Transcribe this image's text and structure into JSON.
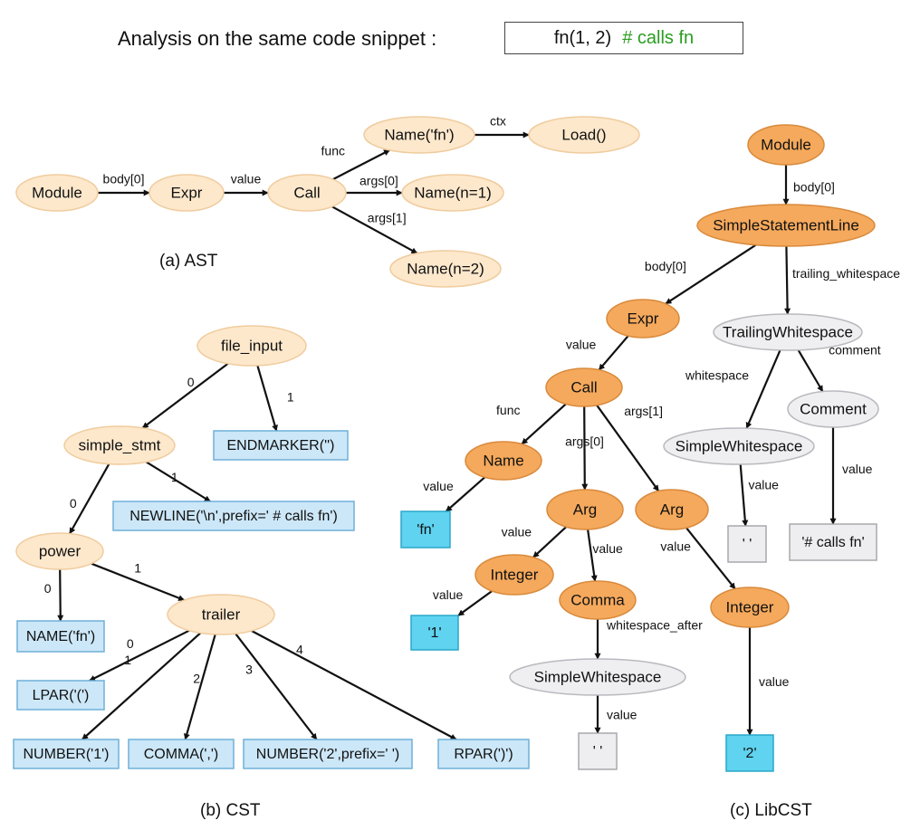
{
  "header": {
    "title": "Analysis on the same code snippet :",
    "snippet_code": "fn(1, 2)",
    "snippet_comment": "# calls fn"
  },
  "captions": {
    "ast": "(a) AST",
    "cst": "(b) CST",
    "libcst": "(c) LibCST"
  },
  "colors": {
    "ast_fill": "#fde8cc",
    "ast_stroke": "#f0cc9e",
    "orange_fill": "#f5a95c",
    "orange_stroke": "#d98a3c",
    "grey_fill": "#efeff1",
    "grey_stroke": "#b9b9bf",
    "blue_fill": "#cce7f8",
    "blue_stroke": "#6fb0d9",
    "cyan_fill": "#5fd3f0",
    "cyan_stroke": "#2aa7c9",
    "greybox_fill": "#eeeef0",
    "greybox_stroke": "#a8a8ad",
    "comment_green": "#2a9d20"
  },
  "ast": {
    "nodes": [
      {
        "id": "a_module",
        "label": "Module"
      },
      {
        "id": "a_expr",
        "label": "Expr"
      },
      {
        "id": "a_call",
        "label": "Call"
      },
      {
        "id": "a_namefn",
        "label": "Name('fn')"
      },
      {
        "id": "a_load",
        "label": "Load()"
      },
      {
        "id": "a_n1",
        "label": "Name(n=1)"
      },
      {
        "id": "a_n2",
        "label": "Name(n=2)"
      }
    ],
    "edges": [
      {
        "from": "a_module",
        "to": "a_expr",
        "label": "body[0]"
      },
      {
        "from": "a_expr",
        "to": "a_call",
        "label": "value"
      },
      {
        "from": "a_call",
        "to": "a_namefn",
        "label": "func"
      },
      {
        "from": "a_namefn",
        "to": "a_load",
        "label": "ctx"
      },
      {
        "from": "a_call",
        "to": "a_n1",
        "label": "args[0]"
      },
      {
        "from": "a_call",
        "to": "a_n2",
        "label": "args[1]"
      }
    ]
  },
  "cst": {
    "nodes": [
      {
        "id": "c_file",
        "label": "file_input"
      },
      {
        "id": "c_simple",
        "label": "simple_stmt"
      },
      {
        "id": "c_end",
        "label": "ENDMARKER('')"
      },
      {
        "id": "c_newline",
        "label": "NEWLINE('\\n',prefix=' # calls fn')"
      },
      {
        "id": "c_power",
        "label": "power"
      },
      {
        "id": "c_name",
        "label": "NAME('fn')"
      },
      {
        "id": "c_trailer",
        "label": "trailer"
      },
      {
        "id": "c_lpar",
        "label": "LPAR('(')"
      },
      {
        "id": "c_num1",
        "label": "NUMBER('1')"
      },
      {
        "id": "c_comma",
        "label": "COMMA(',')"
      },
      {
        "id": "c_num2",
        "label": "NUMBER('2',prefix=' ')"
      },
      {
        "id": "c_rpar",
        "label": "RPAR(')')"
      }
    ],
    "edges": [
      {
        "from": "c_file",
        "to": "c_simple",
        "label": "0"
      },
      {
        "from": "c_file",
        "to": "c_end",
        "label": "1"
      },
      {
        "from": "c_simple",
        "to": "c_power",
        "label": "0"
      },
      {
        "from": "c_simple",
        "to": "c_newline",
        "label": "1"
      },
      {
        "from": "c_power",
        "to": "c_name",
        "label": "0"
      },
      {
        "from": "c_power",
        "to": "c_trailer",
        "label": "1"
      },
      {
        "from": "c_trailer",
        "to": "c_lpar",
        "label": "0"
      },
      {
        "from": "c_trailer",
        "to": "c_num1",
        "label": "1"
      },
      {
        "from": "c_trailer",
        "to": "c_comma",
        "label": "2"
      },
      {
        "from": "c_trailer",
        "to": "c_num2",
        "label": "3"
      },
      {
        "from": "c_trailer",
        "to": "c_rpar",
        "label": "4"
      }
    ]
  },
  "libcst": {
    "nodes": [
      {
        "id": "l_module",
        "label": "Module"
      },
      {
        "id": "l_ssl",
        "label": "SimpleStatementLine"
      },
      {
        "id": "l_expr",
        "label": "Expr"
      },
      {
        "id": "l_tw",
        "label": "TrailingWhitespace"
      },
      {
        "id": "l_call",
        "label": "Call"
      },
      {
        "id": "l_name",
        "label": "Name"
      },
      {
        "id": "l_fn",
        "label": "'fn'"
      },
      {
        "id": "l_arg1",
        "label": "Arg"
      },
      {
        "id": "l_arg2",
        "label": "Arg"
      },
      {
        "id": "l_int1",
        "label": "Integer"
      },
      {
        "id": "l_one",
        "label": "'1'"
      },
      {
        "id": "l_comma",
        "label": "Comma"
      },
      {
        "id": "l_sw2",
        "label": "SimpleWhitespace"
      },
      {
        "id": "l_q2",
        "label": "' '"
      },
      {
        "id": "l_int2",
        "label": "Integer"
      },
      {
        "id": "l_two",
        "label": "'2'"
      },
      {
        "id": "l_sw1",
        "label": "SimpleWhitespace"
      },
      {
        "id": "l_comment",
        "label": "Comment"
      },
      {
        "id": "l_q1",
        "label": "' '"
      },
      {
        "id": "l_ctext",
        "label": "'# calls fn'"
      }
    ],
    "edges": [
      {
        "from": "l_module",
        "to": "l_ssl",
        "label": "body[0]"
      },
      {
        "from": "l_ssl",
        "to": "l_expr",
        "label": "body[0]"
      },
      {
        "from": "l_ssl",
        "to": "l_tw",
        "label": "trailing_whitespace"
      },
      {
        "from": "l_expr",
        "to": "l_call",
        "label": "value"
      },
      {
        "from": "l_call",
        "to": "l_name",
        "label": "func"
      },
      {
        "from": "l_call",
        "to": "l_arg1",
        "label": "args[0]"
      },
      {
        "from": "l_call",
        "to": "l_arg2",
        "label": "args[1]"
      },
      {
        "from": "l_name",
        "to": "l_fn",
        "label": "value"
      },
      {
        "from": "l_arg1",
        "to": "l_int1",
        "label": "value"
      },
      {
        "from": "l_arg1",
        "to": "l_comma",
        "label": "value"
      },
      {
        "from": "l_int1",
        "to": "l_one",
        "label": "value"
      },
      {
        "from": "l_comma",
        "to": "l_sw2",
        "label": "whitespace_after"
      },
      {
        "from": "l_sw2",
        "to": "l_q2",
        "label": "value"
      },
      {
        "from": "l_arg2",
        "to": "l_int2",
        "label": "value"
      },
      {
        "from": "l_int2",
        "to": "l_two",
        "label": "value"
      },
      {
        "from": "l_tw",
        "to": "l_sw1",
        "label": "whitespace"
      },
      {
        "from": "l_tw",
        "to": "l_comment",
        "label": "comment"
      },
      {
        "from": "l_sw1",
        "to": "l_q1",
        "label": "value"
      },
      {
        "from": "l_comment",
        "to": "l_ctext",
        "label": "value"
      }
    ]
  }
}
